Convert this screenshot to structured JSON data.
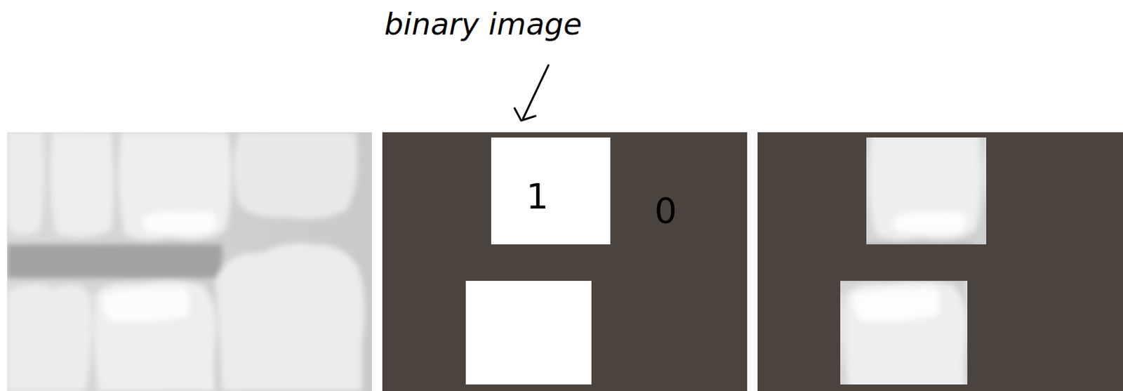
{
  "diagram": {
    "nodes": [
      {
        "text": [
          "0"
        ]
      },
      {
        "text": [
          "1"
        ],
        "in": 0
      }
    ],
    "labels": [
      "binary image"
    ]
  }
}
